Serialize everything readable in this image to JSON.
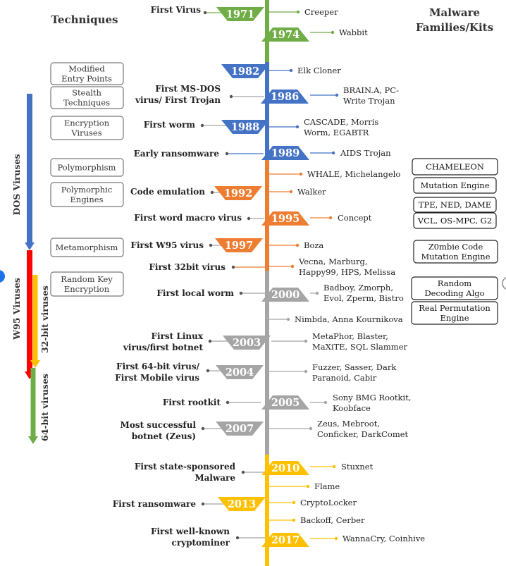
{
  "headers": {
    "techniques": "Techniques",
    "families_line1": "Malware",
    "families_line2": "Families/Kits"
  },
  "colors": {
    "blue": "#4472C4",
    "orange": "#ED7D31",
    "gray": "#A5A5A5",
    "green": "#70AD47",
    "gold": "#FFC000",
    "red": "#FF0000"
  },
  "eras": [
    {
      "label": "DOS Viruses",
      "color": "#4472C4"
    },
    {
      "label": "W95 Viruses",
      "color": "#FF0000"
    },
    {
      "label": "32-bit viruses",
      "color": "#FFC000"
    },
    {
      "label": "64-bit viruses",
      "color": "#70AD47"
    }
  ],
  "years": [
    {
      "year": "1971",
      "color": "#70AD47",
      "shape": "down"
    },
    {
      "year": "1974",
      "color": "#70AD47",
      "shape": "up"
    },
    {
      "year": "1982",
      "color": "#4472C4",
      "shape": "down"
    },
    {
      "year": "1986",
      "color": "#4472C4",
      "shape": "up"
    },
    {
      "year": "1988",
      "color": "#4472C4",
      "shape": "down"
    },
    {
      "year": "1989",
      "color": "#4472C4",
      "shape": "up"
    },
    {
      "year": "1992",
      "color": "#ED7D31",
      "shape": "down"
    },
    {
      "year": "1995",
      "color": "#ED7D31",
      "shape": "up"
    },
    {
      "year": "1997",
      "color": "#ED7D31",
      "shape": "down"
    },
    {
      "year": "2000",
      "color": "#A5A5A5",
      "shape": "up"
    },
    {
      "year": "2003",
      "color": "#A5A5A5",
      "shape": "down"
    },
    {
      "year": "2004",
      "color": "#A5A5A5",
      "shape": "down"
    },
    {
      "year": "2005",
      "color": "#A5A5A5",
      "shape": "up"
    },
    {
      "year": "2007",
      "color": "#A5A5A5",
      "shape": "down"
    },
    {
      "year": "2010",
      "color": "#FFC000",
      "shape": "up"
    },
    {
      "year": "2013",
      "color": "#FFC000",
      "shape": "down"
    },
    {
      "year": "2017",
      "color": "#FFC000",
      "shape": "up"
    }
  ],
  "events": [
    {
      "lines": [
        "First Virus"
      ]
    },
    {
      "lines": [
        "First MS-DOS",
        "virus/ First Trojan"
      ]
    },
    {
      "lines": [
        "First worm"
      ]
    },
    {
      "lines": [
        "Early ransomware"
      ]
    },
    {
      "lines": [
        "Code emulation"
      ]
    },
    {
      "lines": [
        "First word macro virus"
      ]
    },
    {
      "lines": [
        "First W95 virus"
      ]
    },
    {
      "lines": [
        "First 32bit virus"
      ]
    },
    {
      "lines": [
        "First local worm"
      ]
    },
    {
      "lines": [
        "First Linux",
        "virus/first botnet"
      ]
    },
    {
      "lines": [
        "First 64-bit virus/",
        "First Mobile virus"
      ]
    },
    {
      "lines": [
        "First rootkit"
      ]
    },
    {
      "lines": [
        "Most successful",
        "botnet (Zeus)"
      ]
    },
    {
      "lines": [
        "First state-sponsored",
        "Malware"
      ]
    },
    {
      "lines": [
        "First ransomware"
      ]
    },
    {
      "lines": [
        "First well-known",
        "cryptominer"
      ]
    }
  ],
  "families": [
    {
      "lines": [
        "Creeper"
      ]
    },
    {
      "lines": [
        "Wabbit"
      ]
    },
    {
      "lines": [
        "Elk Cloner"
      ]
    },
    {
      "lines": [
        "BRAIN.A, PC-",
        "Write Trojan"
      ]
    },
    {
      "lines": [
        "CASCADE, Morris",
        "Worm, EGABTR"
      ]
    },
    {
      "lines": [
        "AIDS Trojan"
      ]
    },
    {
      "lines": [
        "WHALE, Michelangelo"
      ]
    },
    {
      "lines": [
        "Walker"
      ]
    },
    {
      "lines": [
        "Concept"
      ]
    },
    {
      "lines": [
        "Boza"
      ]
    },
    {
      "lines": [
        "Vecna, Marburg,",
        "Happy99, HPS, Melissa"
      ]
    },
    {
      "lines": [
        "Badboy, Zmorph,",
        "Evol, Zperm, Bistro"
      ]
    },
    {
      "lines": [
        "Nimbda, Anna Kournikova"
      ]
    },
    {
      "lines": [
        "MetaPhor, Blaster,",
        "MaXiTE, SQL Slammer"
      ]
    },
    {
      "lines": [
        "Fuzzer, Sasser, Dark",
        "Paranoid, Cabir"
      ]
    },
    {
      "lines": [
        "Sony BMG Rootkit,",
        "Koobface"
      ]
    },
    {
      "lines": [
        "Zeus, Mebroot,",
        "Conficker, DarkComet"
      ]
    },
    {
      "lines": [
        "Stuxnet"
      ]
    },
    {
      "lines": [
        "Flame"
      ]
    },
    {
      "lines": [
        "CryptoLocker"
      ]
    },
    {
      "lines": [
        "Backoff, Cerber"
      ]
    },
    {
      "lines": [
        "WannaCry, Coinhive"
      ]
    }
  ],
  "techniques": [
    {
      "lines": [
        "Modified",
        "Entry Points"
      ]
    },
    {
      "lines": [
        "Stealth",
        "Techniques"
      ]
    },
    {
      "lines": [
        "Encryption",
        "Viruses"
      ]
    },
    {
      "lines": [
        "Polymorphism"
      ]
    },
    {
      "lines": [
        "Polymorphic",
        "Engines"
      ]
    },
    {
      "lines": [
        "Metamorphism"
      ]
    },
    {
      "lines": [
        "Random Key",
        "Encryption"
      ]
    }
  ],
  "kits": [
    {
      "lines": [
        "CHAMELEON"
      ]
    },
    {
      "lines": [
        "Mutation Engine"
      ]
    },
    {
      "lines": [
        "TPE, NED, DAME"
      ]
    },
    {
      "lines": [
        "VCL, OS-MPC, G2"
      ]
    },
    {
      "lines": [
        "Z0mbie Code",
        "Mutation Engine"
      ]
    },
    {
      "lines": [
        "Random",
        "Decoding Algo"
      ]
    },
    {
      "lines": [
        "Real Permutation",
        "Engine"
      ]
    }
  ]
}
